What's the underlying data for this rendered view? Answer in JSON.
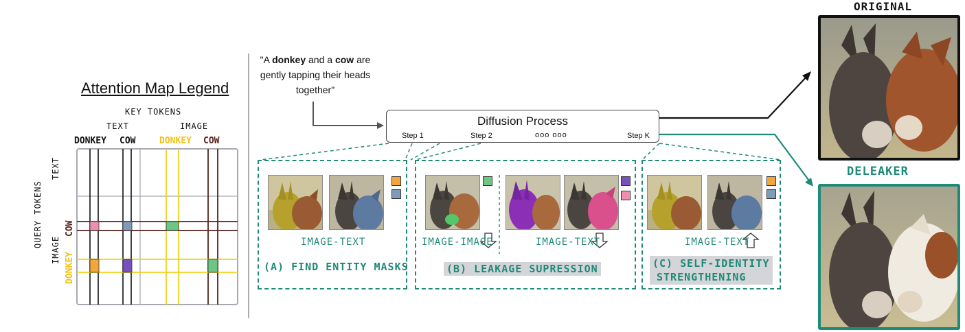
{
  "legend": {
    "title": "Attention Map Legend",
    "key_tokens": "KEY TOKENS",
    "text": "TEXT",
    "image": "IMAGE",
    "query_tokens": "QUERY TOKENS",
    "q_text": "TEXT",
    "q_image": "IMAGE",
    "donkey": "DONKEY",
    "cow": "COW",
    "image_donkey": "DONKEY",
    "image_cow": "COW",
    "q_cow": "COW",
    "q_donkey": "DONKEY",
    "colors": {
      "donkey_text": "#111111",
      "cow_text": "#111111",
      "donkey_image": "#f2d21b",
      "cow_image": "#5a1f1a",
      "pink": "#ef8fb0",
      "blue": "#7f9bbb",
      "green": "#6cc785",
      "orange": "#f3a73a",
      "purple": "#7a4fbf"
    }
  },
  "prompt": {
    "line1_pre": "\"A ",
    "donkey": "donkey",
    "mid": " and a ",
    "cow": "cow",
    "post": " are",
    "line2": "gently tapping their heads",
    "line3": "together\""
  },
  "diffusion": {
    "title": "Diffusion Process",
    "step1": "Step 1",
    "step2": "Step 2",
    "dots": "ooo ooo",
    "stepk": "Step K"
  },
  "panels": {
    "a": {
      "caption": "IMAGE-TEXT",
      "title": "(A) FIND ENTITY MASKS"
    },
    "b": {
      "caption_left": "IMAGE-IMAGE",
      "caption_right": "IMAGE-TEXT",
      "title": "(B) LEAKAGE SUPRESSION"
    },
    "c": {
      "caption": "IMAGE-TEXT",
      "title_line1": "(C) SELF-IDENTITY",
      "title_line2": "STRENGTHENING"
    }
  },
  "outputs": {
    "original": "ORIGINAL",
    "deleaker": "DELEAKER",
    "accent": "#1e8a78"
  }
}
